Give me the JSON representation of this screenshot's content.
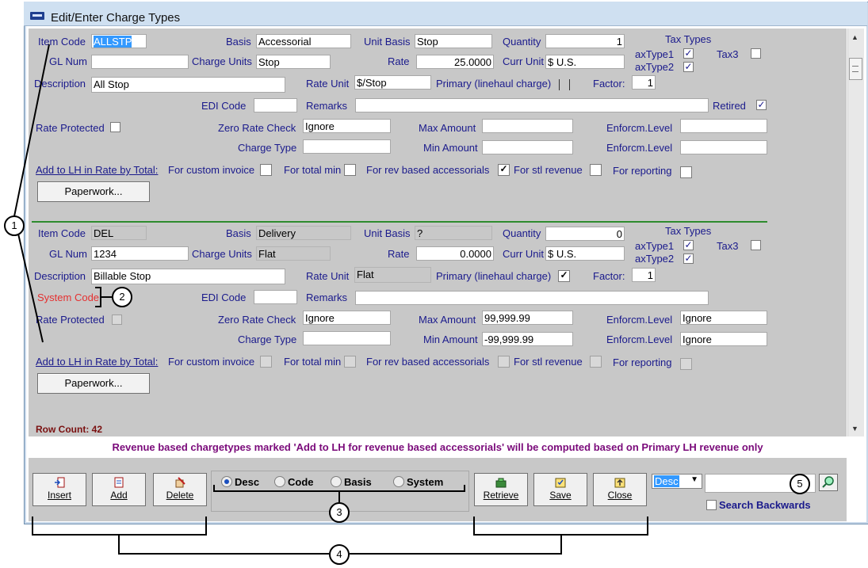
{
  "window": {
    "title": "Edit/Enter Charge Types"
  },
  "section1": {
    "item_code_label": "Item Code",
    "item_code": "ALLSTP",
    "basis_label": "Basis",
    "basis": "Accessorial",
    "unit_basis_label": "Unit Basis",
    "unit_basis": "Stop",
    "quantity_label": "Quantity",
    "quantity": "1",
    "tax_types_label": "Tax Types",
    "taxtype1_label": "axType1",
    "taxtype2_label": "axType2",
    "tax3_label": "Tax3",
    "gl_num_label": "GL Num",
    "gl_num": "",
    "charge_units_label": "Charge Units",
    "charge_units": "Stop",
    "rate_label": "Rate",
    "rate": "25.0000",
    "curr_unit_label": "Curr Unit",
    "curr_unit": "$ U.S.",
    "description_label": "Description",
    "description": "All Stop",
    "rate_unit_label": "Rate Unit",
    "rate_unit": "$/Stop",
    "primary_label": "Primary (linehaul charge)",
    "factor_label": "Factor:",
    "factor": "1",
    "edi_code_label": "EDI Code",
    "edi_code": "",
    "remarks_label": "Remarks",
    "remarks": "",
    "retired_label": "Retired",
    "rate_protected_label": "Rate Protected",
    "zero_rate_check_label": "Zero Rate Check",
    "zero_rate_check": "Ignore",
    "max_amount_label": "Max Amount",
    "max_amount": "",
    "enforcm_level_label": "Enforcm.Level",
    "enforcm_level1": "",
    "enforcm_level2": "",
    "charge_type_label": "Charge Type",
    "charge_type": "",
    "min_amount_label": "Min Amount",
    "min_amount": "",
    "add_to_lh_label": "Add to LH in Rate by Total:",
    "for_custom_invoice": "For custom invoice",
    "for_total_min": "For total min",
    "for_rev_based": "For rev based accessorials",
    "for_stl_revenue": "For stl revenue",
    "for_reporting": "For reporting",
    "paperwork_button": "Paperwork..."
  },
  "section2": {
    "item_code_label": "Item Code",
    "item_code": "DEL",
    "basis_label": "Basis",
    "basis": "Delivery",
    "unit_basis_label": "Unit Basis",
    "unit_basis": "?",
    "quantity_label": "Quantity",
    "quantity": "0",
    "tax_types_label": "Tax Types",
    "taxtype1_label": "axType1",
    "taxtype2_label": "axType2",
    "tax3_label": "Tax3",
    "gl_num_label": "GL Num",
    "gl_num": "1234",
    "charge_units_label": "Charge Units",
    "charge_units": "Flat",
    "rate_label": "Rate",
    "rate": "0.0000",
    "curr_unit_label": "Curr Unit",
    "curr_unit": "$ U.S.",
    "description_label": "Description",
    "description": "Billable Stop",
    "rate_unit_label": "Rate Unit",
    "rate_unit": "Flat",
    "primary_label": "Primary (linehaul charge)",
    "factor_label": "Factor:",
    "factor": "1",
    "system_code_label": "System Code",
    "edi_code_label": "EDI Code",
    "edi_code": "",
    "remarks_label": "Remarks",
    "remarks": "",
    "rate_protected_label": "Rate Protected",
    "zero_rate_check_label": "Zero Rate Check",
    "zero_rate_check": "Ignore",
    "max_amount_label": "Max Amount",
    "max_amount": "99,999.99",
    "enforcm_level_label": "Enforcm.Level",
    "enforcm_level1": "Ignore",
    "enforcm_level2": "Ignore",
    "charge_type_label": "Charge Type",
    "charge_type": "",
    "min_amount_label": "Min Amount",
    "min_amount": "-99,999.99",
    "add_to_lh_label": "Add to LH in Rate by Total:",
    "for_custom_invoice": "For custom invoice",
    "for_total_min": "For total min",
    "for_rev_based": "For rev based accessorials",
    "for_stl_revenue": "For stl revenue",
    "for_reporting": "For reporting",
    "paperwork_button": "Paperwork..."
  },
  "row_count": "Row Count: 42",
  "notice": "Revenue based chargetypes marked 'Add to LH for revenue based accessorials' will be computed based on Primary LH revenue only",
  "toolbar": {
    "insert": "Insert",
    "add": "Add",
    "delete": "Delete",
    "retrieve": "Retrieve",
    "save": "Save",
    "close": "Close"
  },
  "sort": {
    "desc": "Desc",
    "code": "Code",
    "basis": "Basis",
    "system": "System",
    "selected": "Desc"
  },
  "search": {
    "dropdown_value": "Desc",
    "value": "",
    "backwards_label": "Search Backwards"
  },
  "callouts": [
    "1",
    "2",
    "3",
    "4",
    "5"
  ],
  "colors": {
    "client_bg": "#c8c8c8",
    "label": "#1a1a8c",
    "notice": "#7a0a7a",
    "system_code": "#e53030",
    "selection": "#3399ff"
  }
}
